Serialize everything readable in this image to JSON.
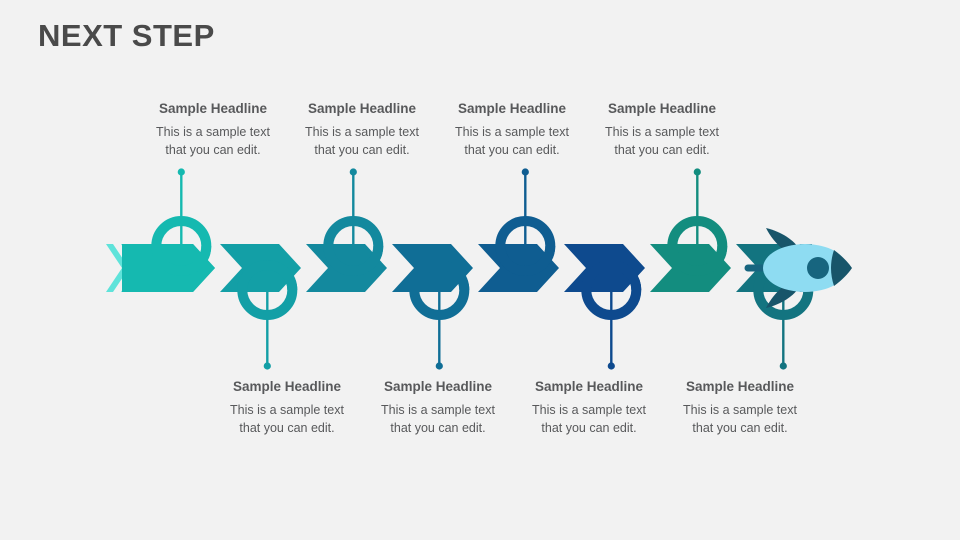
{
  "slide": {
    "title": "NEXT STEP",
    "background_color": "#f2f2f2",
    "title_color": "#4a4a4a"
  },
  "diagram": {
    "type": "chain-process-arrow",
    "direction": "left-to-right",
    "segment_count": 8,
    "end_icon": "rocket-icon",
    "segment_colors": [
      "#15B9B0",
      "#139FA6",
      "#13899E",
      "#106E96",
      "#0F5D91",
      "#0E4A8E",
      "#138D7F",
      "#137480"
    ],
    "ring_colors": [
      "#15B9B0",
      "#139FA6",
      "#13899E",
      "#106E96",
      "#0F5D91",
      "#0E4A8E",
      "#138D7F",
      "#137480"
    ],
    "tail_chevron_color": "#5FE3DA",
    "rocket": {
      "body_color": "#8EDCF2",
      "detail_color": "#18556A",
      "window_color": "#17657F"
    }
  },
  "callouts": {
    "top": [
      {
        "headline": "Sample Headline",
        "body_line1": "This is a sample text",
        "body_line2": "that you can edit.",
        "connector_color": "#15B9B0"
      },
      {
        "headline": "Sample Headline",
        "body_line1": "This is a sample text",
        "body_line2": "that you can edit.",
        "connector_color": "#13899E"
      },
      {
        "headline": "Sample Headline",
        "body_line1": "This is a sample text",
        "body_line2": "that you can edit.",
        "connector_color": "#0F5D91"
      },
      {
        "headline": "Sample Headline",
        "body_line1": "This is a sample text",
        "body_line2": "that you can edit.",
        "connector_color": "#138D7F"
      }
    ],
    "bottom": [
      {
        "headline": "Sample Headline",
        "body_line1": "This is a sample text",
        "body_line2": "that you can edit.",
        "connector_color": "#139FA6"
      },
      {
        "headline": "Sample Headline",
        "body_line1": "This is a sample text",
        "body_line2": "that you can edit.",
        "connector_color": "#106E96"
      },
      {
        "headline": "Sample Headline",
        "body_line1": "This is a sample text",
        "body_line2": "that you can edit.",
        "connector_color": "#0E4A8E"
      },
      {
        "headline": "Sample Headline",
        "body_line1": "This is a sample text",
        "body_line2": "that you can edit.",
        "connector_color": "#137480"
      }
    ]
  }
}
